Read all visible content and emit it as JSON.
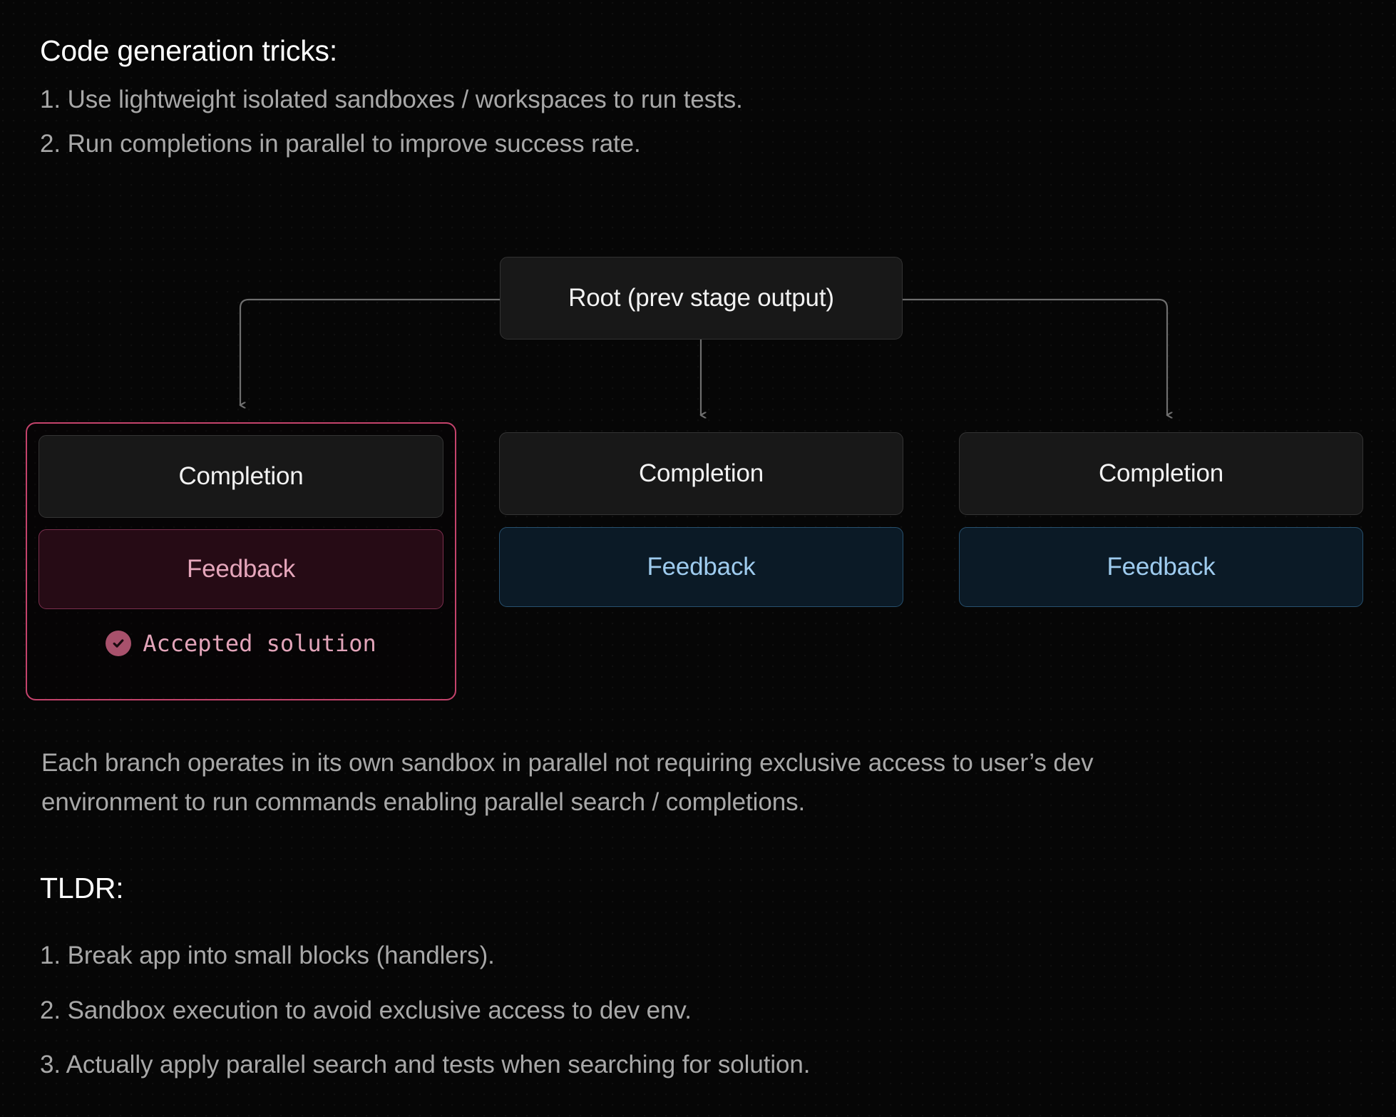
{
  "sections": {
    "tricks_heading": "Code generation tricks:",
    "tricks_items": [
      "1. Use lightweight isolated sandboxes / workspaces to run tests.",
      "2. Run completions in parallel to improve success rate."
    ],
    "caption": "Each branch operates in its own sandbox in parallel not requiring exclusive access to user’s dev environment to run commands enabling parallel search / completions.",
    "tldr_heading": "TLDR:",
    "tldr_items": [
      "1. Break app into small blocks (handlers).",
      "2. Sandbox execution to avoid exclusive access to dev env.",
      "3. Actually apply parallel search and tests when searching for solution."
    ]
  },
  "diagram": {
    "root": {
      "label": "Root (prev stage output)"
    },
    "branches": [
      {
        "id": "branch-1",
        "selected": true,
        "completion_label": "Completion",
        "feedback_label": "Feedback",
        "status_label": "Accepted solution",
        "status_icon": "check-circle-icon"
      },
      {
        "id": "branch-2",
        "selected": false,
        "completion_label": "Completion",
        "feedback_label": "Feedback",
        "status_label": "",
        "status_icon": ""
      },
      {
        "id": "branch-3",
        "selected": false,
        "completion_label": "Completion",
        "feedback_label": "Feedback",
        "status_label": "",
        "status_icon": ""
      }
    ]
  },
  "colors": {
    "background": "#060606",
    "heading_text": "#ffffff",
    "body_text": "#a8a8a8",
    "node_fill": "#181818",
    "node_border": "#343434",
    "connector": "#6e6e6e",
    "accent_pink": "#c4436c",
    "feedback_pink_text": "#e5a6bb",
    "feedback_pink_fill": "#260b15",
    "feedback_blue_text": "#9ecbee",
    "feedback_blue_fill": "#0b1a26",
    "feedback_blue_border": "#27506e"
  }
}
